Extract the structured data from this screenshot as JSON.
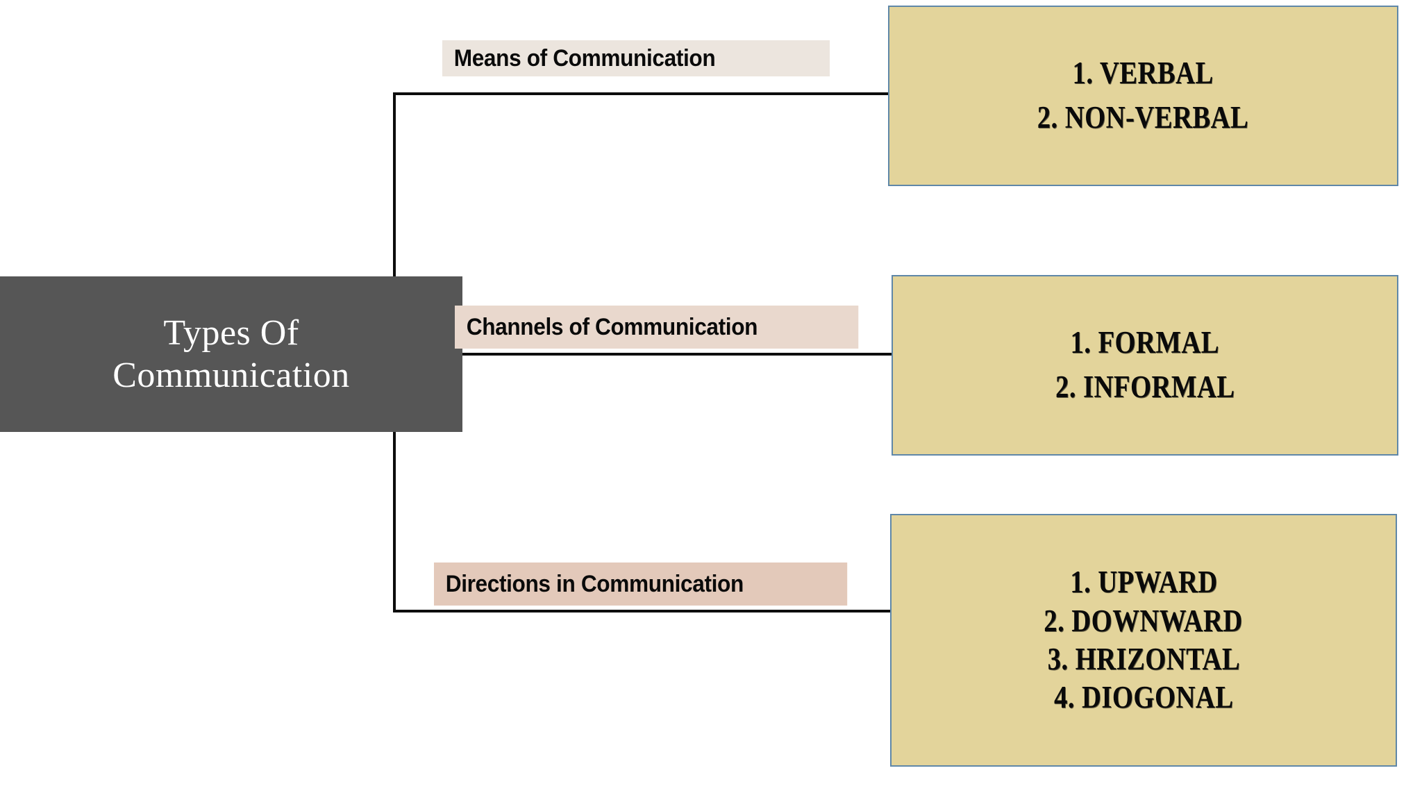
{
  "diagram": {
    "title": "Types Of Communication",
    "root": {
      "label": "Types Of Communication",
      "line1": "Types Of",
      "line2": "Communication",
      "bg_color": "#565656",
      "text_color": "#ffffff"
    },
    "branches": [
      {
        "id": "means",
        "label": "Means of Communication",
        "label_bg": "#ece5de",
        "box_bg": "#e3d49b",
        "box_border": "#5f87a8",
        "items": [
          "1.  VERBAL",
          "2. NON-VERBAL"
        ]
      },
      {
        "id": "channels",
        "label": "Channels of Communication",
        "label_bg": "#e9d8cd",
        "box_bg": "#e3d49b",
        "box_border": "#5f87a8",
        "items": [
          "1. FORMAL",
          "2. INFORMAL"
        ]
      },
      {
        "id": "directions",
        "label": "Directions in Communication",
        "label_bg": "#e3c9ba",
        "box_bg": "#e3d49b",
        "box_border": "#5f87a8",
        "items": [
          "1.  UPWARD",
          "2. DOWNWARD",
          "3. HRIZONTAL",
          "4. DIOGONAL"
        ]
      }
    ],
    "connector_color": "#0d0d0d",
    "background_color": "#ffffff"
  }
}
